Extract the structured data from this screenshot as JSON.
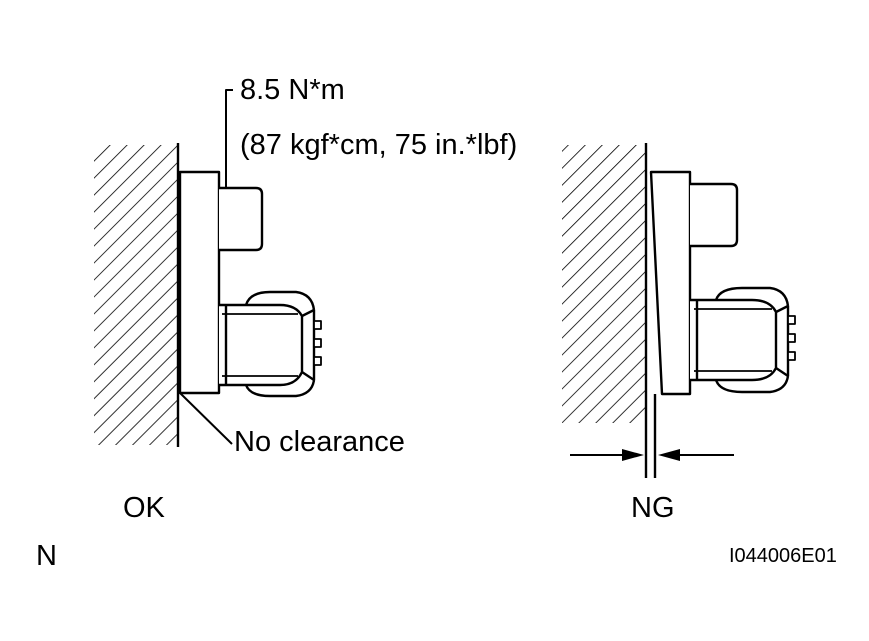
{
  "labels": {
    "torque": "8.5 N*m",
    "torque_alt": "(87 kgf*cm, 75 in.*lbf)",
    "no_clearance": "No clearance",
    "ok": "OK",
    "ng": "NG",
    "corner_mark": "N",
    "figure_id": "I044006E01"
  },
  "colors": {
    "line": "#000000",
    "background": "#ffffff"
  }
}
